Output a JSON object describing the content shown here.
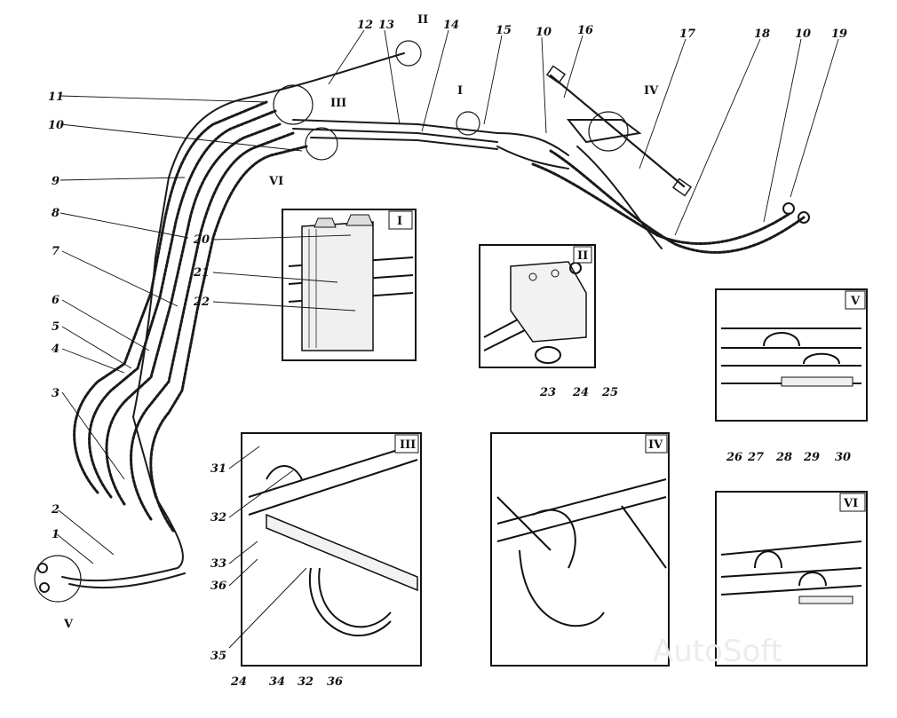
{
  "main_labels": [
    "1",
    "2",
    "3",
    "4",
    "5",
    "6",
    "7",
    "8",
    "9",
    "10",
    "11",
    "12",
    "13",
    "14",
    "15",
    "10",
    "16",
    "17",
    "18",
    "10",
    "19"
  ],
  "bottom_labels": [
    "20",
    "21",
    "22",
    "23",
    "24",
    "25",
    "26",
    "27",
    "28",
    "29",
    "30",
    "31",
    "32",
    "33",
    "36",
    "35",
    "24",
    "34",
    "32",
    "36"
  ],
  "inset_titles": [
    "I",
    "II",
    "III",
    "IV",
    "V",
    "VI"
  ],
  "callout_numerals": [
    "I",
    "II",
    "III",
    "IV",
    "V",
    "VI"
  ],
  "watermark": "AutoSoft"
}
